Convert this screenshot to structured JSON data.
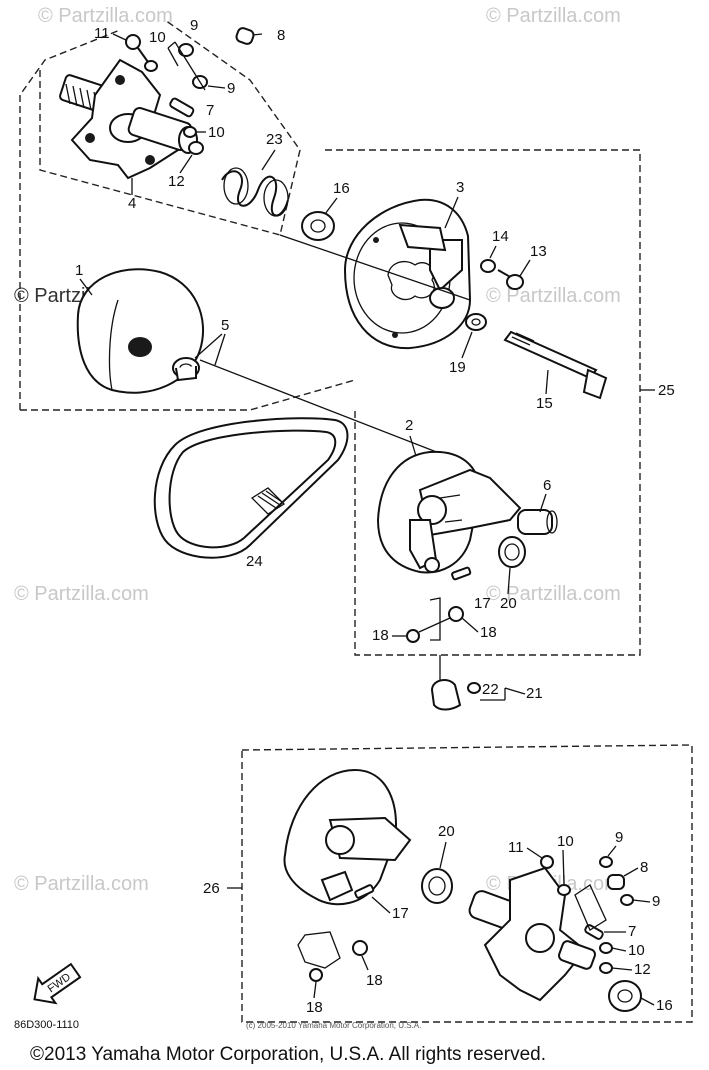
{
  "watermarks": [
    "© Partzilla.com",
    "© Partzilla.com",
    "© Partzilla.com",
    "© Partzilla.com",
    "© Partzilla.com",
    "© Partzilla.com",
    "© Partzilla.com",
    "© Partzilla.com"
  ],
  "callouts": {
    "c1": "1",
    "c2": "2",
    "c3": "3",
    "c4": "4",
    "c5": "5",
    "c6": "6",
    "c7": "7",
    "c8": "8",
    "c9a": "9",
    "c9b": "9",
    "c10a": "10",
    "c10b": "10",
    "c11": "11",
    "c12": "12",
    "c13": "13",
    "c14": "14",
    "c15": "15",
    "c16": "16",
    "c17": "17",
    "c18a": "18",
    "c18b": "18",
    "c19": "19",
    "c20": "20",
    "c21": "21",
    "c22": "22",
    "c23": "23",
    "c24": "24",
    "c25": "25",
    "d20": "20",
    "d11": "11",
    "d10": "10",
    "d9a": "9",
    "d8": "8",
    "d9b": "9",
    "d7": "7",
    "d10b": "10",
    "d12": "12",
    "d16": "16",
    "d17": "17",
    "d18a": "18",
    "d18b": "18",
    "d26": "26"
  },
  "fwd_label": "FWD",
  "diagram_code": "86D300-1110",
  "fine_print": "(c) 2005-2010 Yamaha Motor Corporation, U.S.A.",
  "copyright": "©2013 Yamaha Motor Corporation, U.S.A. All rights reserved."
}
